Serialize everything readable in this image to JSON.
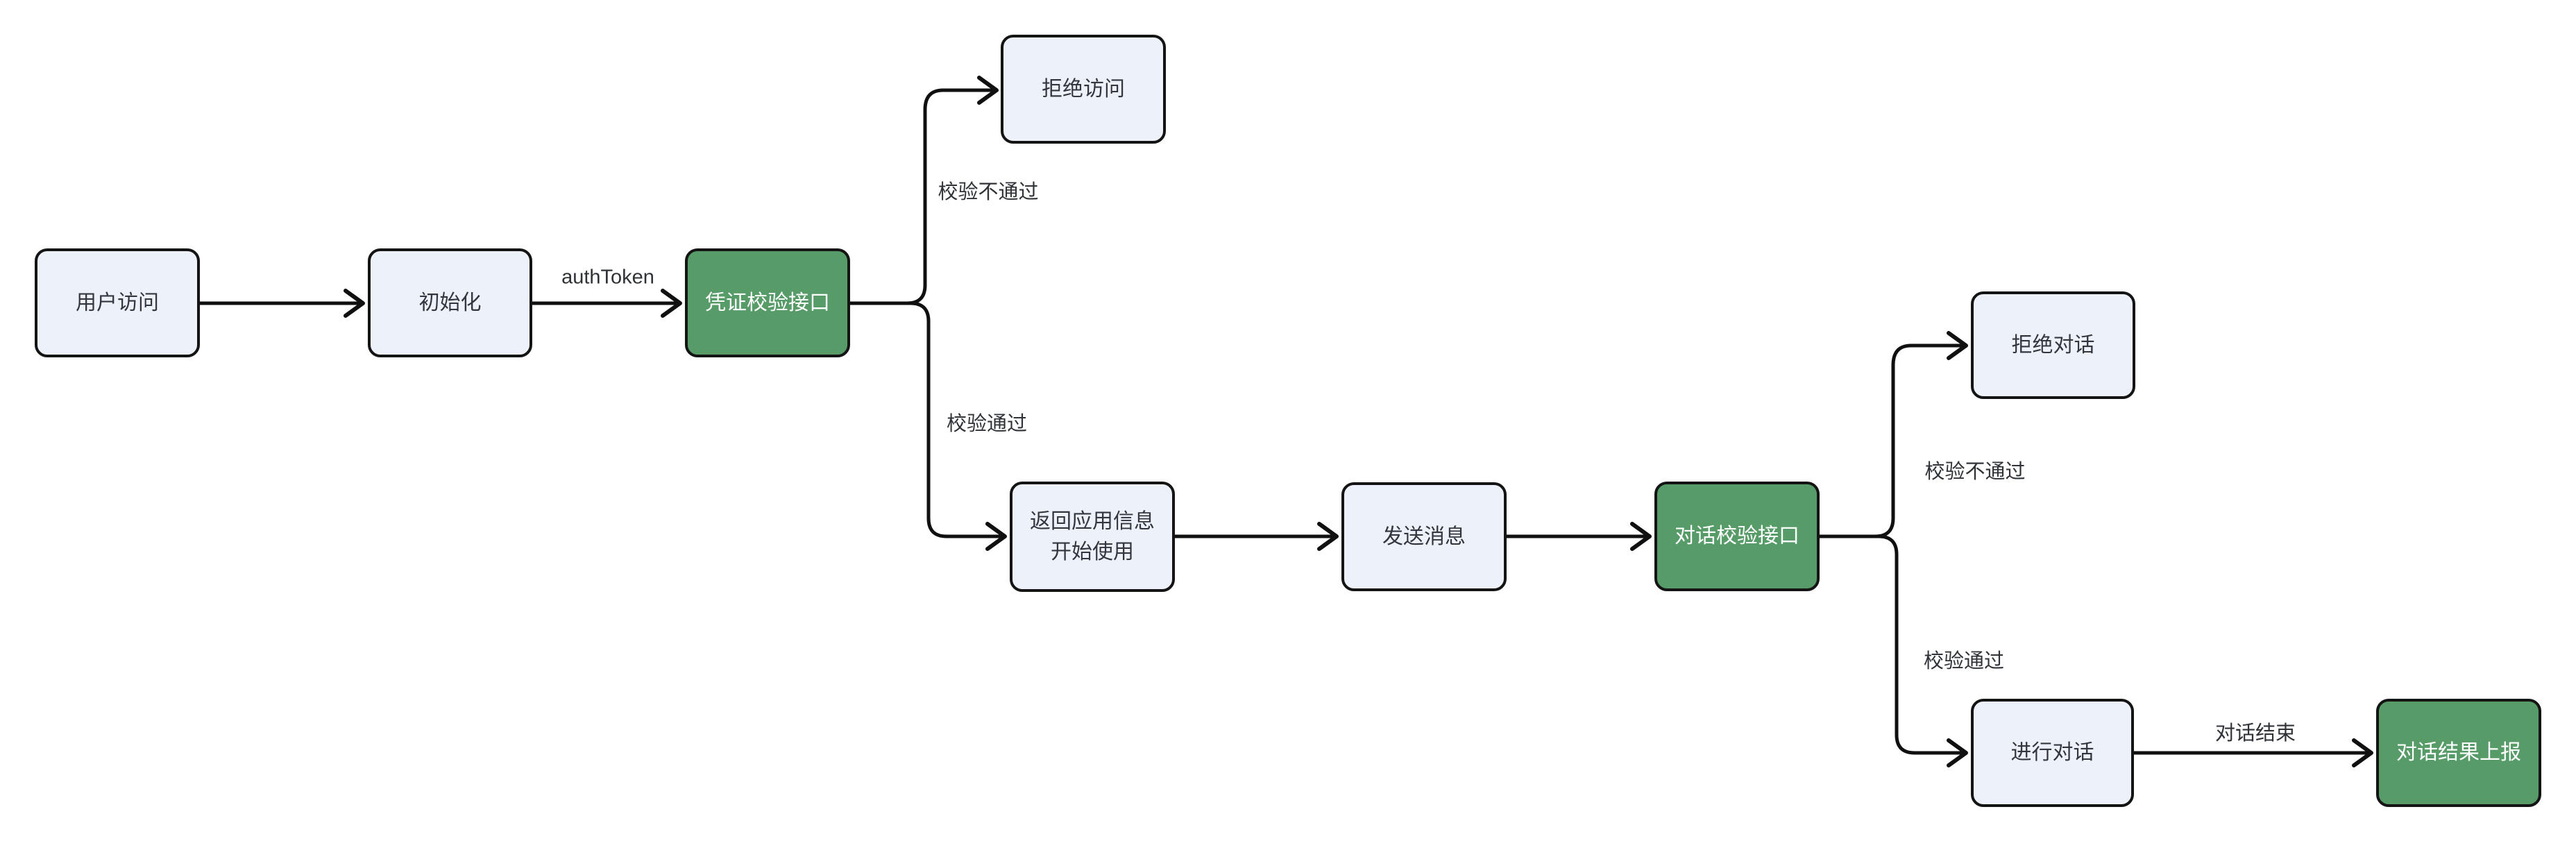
{
  "diagram": {
    "background": "#ffffff",
    "colors": {
      "node_fill": "#edf1fa",
      "node_border": "#141414",
      "accent_green": "#579c68",
      "text_dark": "#33373d",
      "text_light": "#ffffff",
      "line": "#101010"
    },
    "nodes": [
      {
        "id": "user-access",
        "label": "用户访问",
        "variant": "default"
      },
      {
        "id": "init",
        "label": "初始化",
        "variant": "default"
      },
      {
        "id": "credential-check-api",
        "label": "凭证校验接口",
        "variant": "green"
      },
      {
        "id": "deny-access",
        "label": "拒绝访问",
        "variant": "default"
      },
      {
        "id": "return-app-info",
        "label": "返回应用信息\n开始使用",
        "variant": "default"
      },
      {
        "id": "send-message",
        "label": "发送消息",
        "variant": "default"
      },
      {
        "id": "dialog-check-api",
        "label": "对话校验接口",
        "variant": "green"
      },
      {
        "id": "deny-dialog",
        "label": "拒绝对话",
        "variant": "default"
      },
      {
        "id": "run-dialog",
        "label": "进行对话",
        "variant": "default"
      },
      {
        "id": "dialog-result-report",
        "label": "对话结果上报",
        "variant": "green"
      }
    ],
    "edge_labels": [
      {
        "id": "auth-token",
        "text": "authToken"
      },
      {
        "id": "check-fail-1",
        "text": "校验不通过"
      },
      {
        "id": "check-pass-1",
        "text": "校验通过"
      },
      {
        "id": "check-fail-2",
        "text": "校验不通过"
      },
      {
        "id": "check-pass-2",
        "text": "校验通过"
      },
      {
        "id": "dialog-end",
        "text": "对话结束"
      }
    ]
  }
}
